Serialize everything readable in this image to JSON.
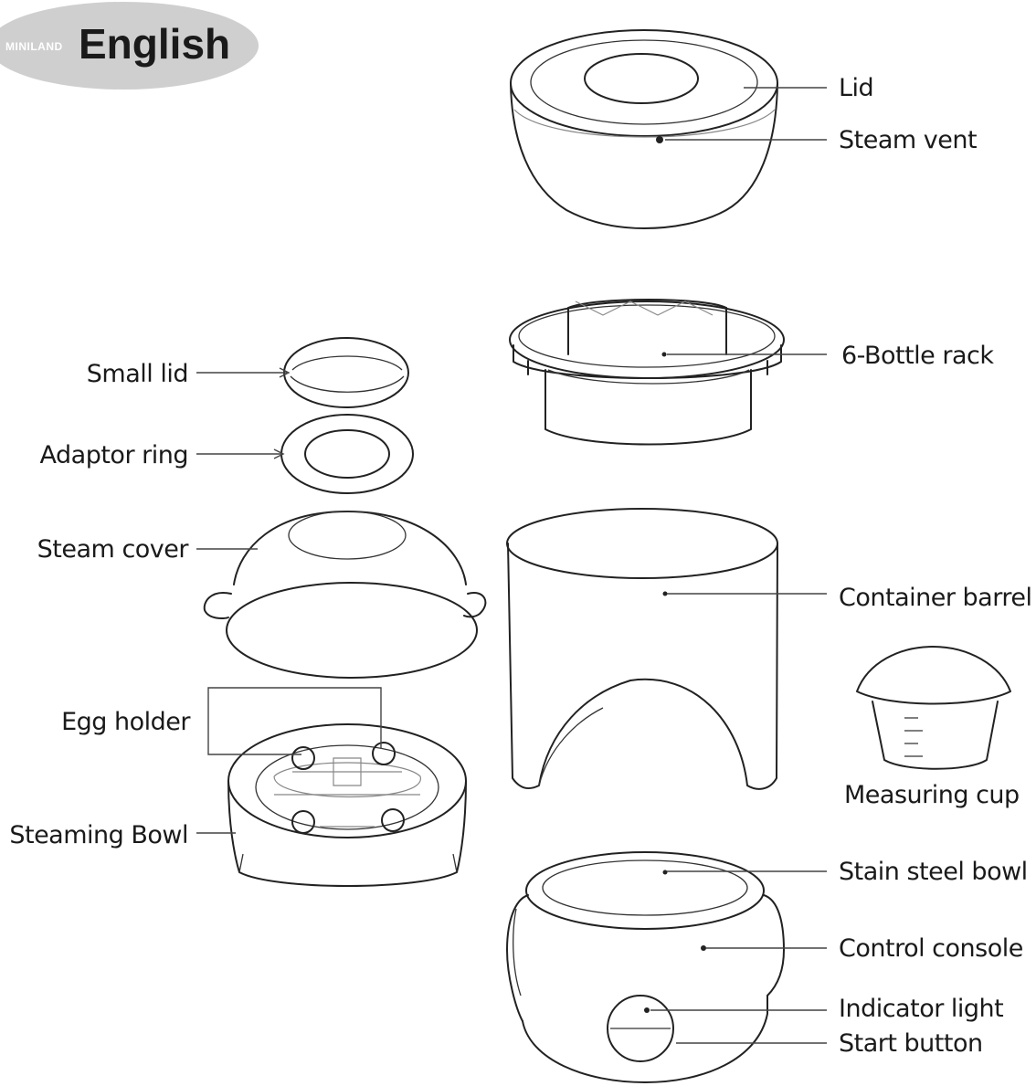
{
  "header": {
    "brand_logo_text": "MINILAND",
    "language_label": "English"
  },
  "parts": {
    "lid": "Lid",
    "steam_vent": "Steam vent",
    "bottle_rack": "6-Bottle rack",
    "small_lid": "Small lid",
    "adaptor_ring": "Adaptor ring",
    "steam_cover": "Steam cover",
    "container_barrel": "Container barrel",
    "egg_holder": "Egg holder",
    "measuring_cup": "Measuring cup",
    "steaming_bowl": "Steaming Bowl",
    "stain_steel_bowl": "Stain steel bowl",
    "control_console": "Control console",
    "indicator_light": "Indicator light",
    "start_button": "Start button"
  },
  "colors": {
    "line": "#222222",
    "badge": "#cfcfcf",
    "background": "#ffffff"
  }
}
